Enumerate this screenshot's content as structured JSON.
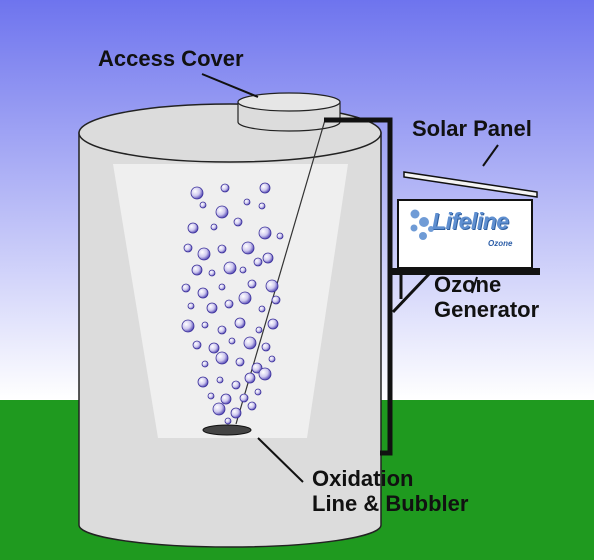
{
  "labels": {
    "access_cover": "Access Cover",
    "solar_panel": "Solar Panel",
    "ozone_generator": [
      "Ozone",
      "Generator"
    ],
    "oxidation_line": [
      "Oxidation",
      "Line & Bubbler"
    ]
  },
  "logo": {
    "text": "Lifeline",
    "subtext": "Ozone"
  },
  "colors": {
    "sky_top": "#6e74ee",
    "sky_bottom": "#ffffff",
    "grass": "#1f9a1f",
    "tank": "#dcdcdc",
    "water": "#efefef",
    "bubble": "#5d4fc2",
    "logo_blue": "#5f8fd0"
  }
}
